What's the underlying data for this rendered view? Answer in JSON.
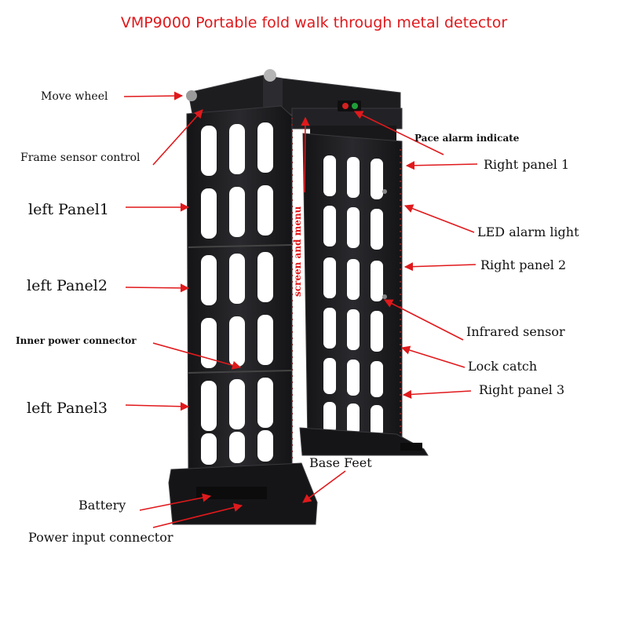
{
  "title": "VMP9000 Portable fold walk through metal detector",
  "labels": {
    "move_wheel": "Move wheel",
    "frame_sensor_control": "Frame sensor control",
    "left_panel1": "left Panel1",
    "left_panel2": "left Panel2",
    "inner_power_connector": "Inner power connector",
    "left_panel3": "left Panel3",
    "battery": "Battery",
    "power_input_connector": "Power input connector",
    "screen_and_menu": "screen and menu",
    "pace_alarm_indicate": "Pace alarm indicate",
    "right_panel1": "Right panel 1",
    "led_alarm_light": "LED alarm light",
    "right_panel2": "Right panel 2",
    "infrared_sensor": "Infrared sensor",
    "lock_catch": "Lock catch",
    "right_panel3": "Right panel 3",
    "base_feet": "Base Feet"
  },
  "colors": {
    "title": "#e0191c",
    "arrow": "#e0191c",
    "frame": "#1b1b1d",
    "frame_edge": "#3a3a3e"
  }
}
